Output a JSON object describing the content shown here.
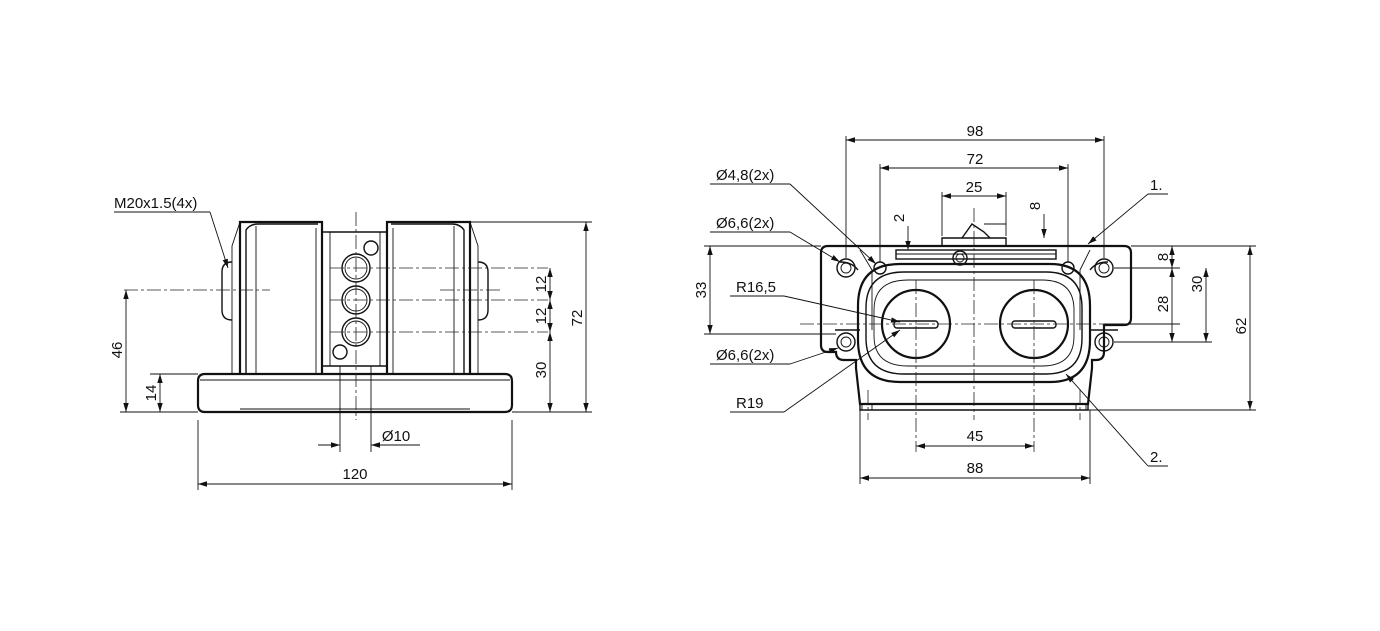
{
  "side_view": {
    "callouts": {
      "thread": "M20x1.5(4x)"
    },
    "dims": {
      "overall_width": "120",
      "overall_height": "72",
      "center_height": "46",
      "base_height": "14",
      "port_base": "30",
      "port_pitch_top": "12",
      "port_pitch_bottom": "12",
      "pin_diameter": "Ø10"
    }
  },
  "top_view": {
    "callouts": {
      "hole_48": "Ø4,8(2x)",
      "hole_66_top": "Ø6,6(2x)",
      "hole_66_bottom": "Ø6,6(2x)",
      "radius_165": "R16,5",
      "radius_19": "R19",
      "item_1": "1.",
      "item_2": "2."
    },
    "dims": {
      "width_98": "98",
      "width_72": "72",
      "width_25": "25",
      "slot_2": "2",
      "slot_8_top": "8",
      "height_33": "33",
      "right_8": "8",
      "right_28": "28",
      "right_30": "30",
      "right_62": "62",
      "spacing_45": "45",
      "width_88": "88"
    }
  }
}
